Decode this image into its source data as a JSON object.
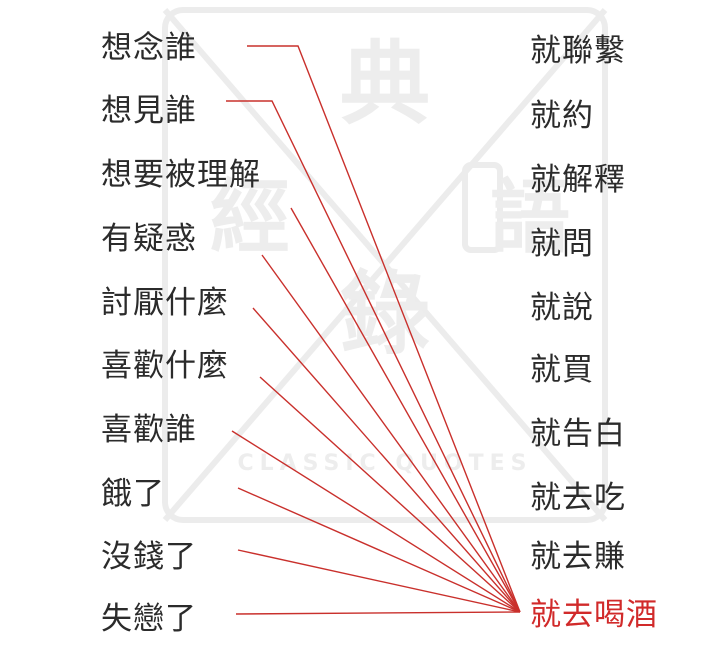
{
  "left_items": [
    "想念誰",
    "想見誰",
    "想要被理解",
    "有疑惑",
    "討厭什麼",
    "喜歡什麼",
    "喜歡誰",
    "餓了",
    "沒錢了",
    "失戀了"
  ],
  "right_items": [
    "就聯繫",
    "就約",
    "就解釋",
    "就問",
    "就說",
    "就買",
    "就告白",
    "就去吃",
    "就去賺",
    "就去喝酒"
  ],
  "highlighted_right_index": 9,
  "colors": {
    "text": "#2b2b2b",
    "line": "#c9302c",
    "highlight": "#d12a2a",
    "watermark": "#ededed"
  },
  "watermark": {
    "glyphs": [
      "典",
      "經",
      "語",
      "錄"
    ],
    "caption": "CLASSIC QUOTES"
  }
}
